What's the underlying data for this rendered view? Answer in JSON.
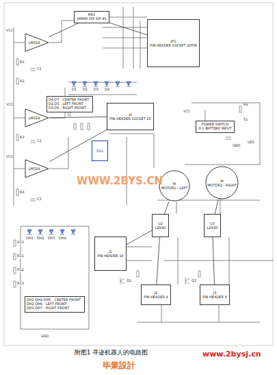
{
  "diagram": {
    "caption": "附图1 寻迹机器人的电路图",
    "nodes": [
      {
        "text": [
          "RN1",
          "ARRAY DIP SIP 4S"
        ]
      },
      {
        "text": [
          "JP1",
          "PIN HEADER SOCKET 20PIN"
        ]
      },
      {
        "text": [
          "LM324"
        ]
      },
      {
        "text": [
          "LM324"
        ]
      },
      {
        "text": [
          "LM324"
        ]
      },
      {
        "text": [
          "D4,D7 : CENTER FRONT",
          "D2,D5 : LEFT FRONT",
          "D3,D6 : RIGHT FRONT"
        ]
      },
      {
        "text": [
          "J4",
          "PIN HEADER SOCKET 16"
        ]
      },
      {
        "text": [
          "DS1"
        ]
      },
      {
        "text": [
          "POWER SWITCH",
          "9 V BATTERY INPUT"
        ]
      },
      {
        "text": [
          "M",
          "MOTOR1 - LEFT"
        ]
      },
      {
        "text": [
          "M",
          "MOTOR2 - RIGHT"
        ]
      },
      {
        "text": [
          "U2",
          "L293D"
        ]
      },
      {
        "text": [
          "U3",
          "L293D"
        ]
      },
      {
        "text": [
          "DH1,DH4,DH5 : CENTER FRONT",
          "DH2,DH6 : LEFT FRONT",
          "DH3,DH7 : RIGHT FRONT"
        ]
      },
      {
        "text": [
          "J1",
          "PIN HEADER 16"
        ]
      },
      {
        "text": [
          "J2",
          "PIN HEADER 4"
        ]
      },
      {
        "text": [
          "J3",
          "PIN HEADER 4"
        ]
      }
    ],
    "edges": [
      {
        "from": 0,
        "to": 1,
        "arrow": "none"
      },
      {
        "from": 2,
        "to": 0,
        "arrow": "none"
      },
      {
        "from": 3,
        "to": 6,
        "arrow": "none"
      },
      {
        "from": 4,
        "to": 6,
        "arrow": "none"
      },
      {
        "from": 11,
        "to": 9,
        "arrow": "none"
      },
      {
        "from": 12,
        "to": 10,
        "arrow": "none"
      },
      {
        "from": 14,
        "to": 11,
        "arrow": "none"
      },
      {
        "from": 11,
        "to": 15,
        "arrow": "none"
      },
      {
        "from": 12,
        "to": 16,
        "arrow": "none"
      }
    ],
    "labels": [
      "WWW.2BYS.CN",
      "www.2bysj.cn",
      "毕業設計",
      "VCC",
      "VCC",
      "VCC",
      "VCC",
      "R1",
      "R2",
      "R3",
      "R4",
      "C1",
      "C2",
      "C3",
      "D1",
      "D2",
      "D3",
      "D4",
      "S1",
      "LED",
      "R9",
      "Q1",
      "Q2",
      "GND",
      "DH1",
      "DH2",
      "DH3",
      "DH4",
      "R10",
      "R11",
      "R12",
      "R13",
      "GND"
    ]
  }
}
